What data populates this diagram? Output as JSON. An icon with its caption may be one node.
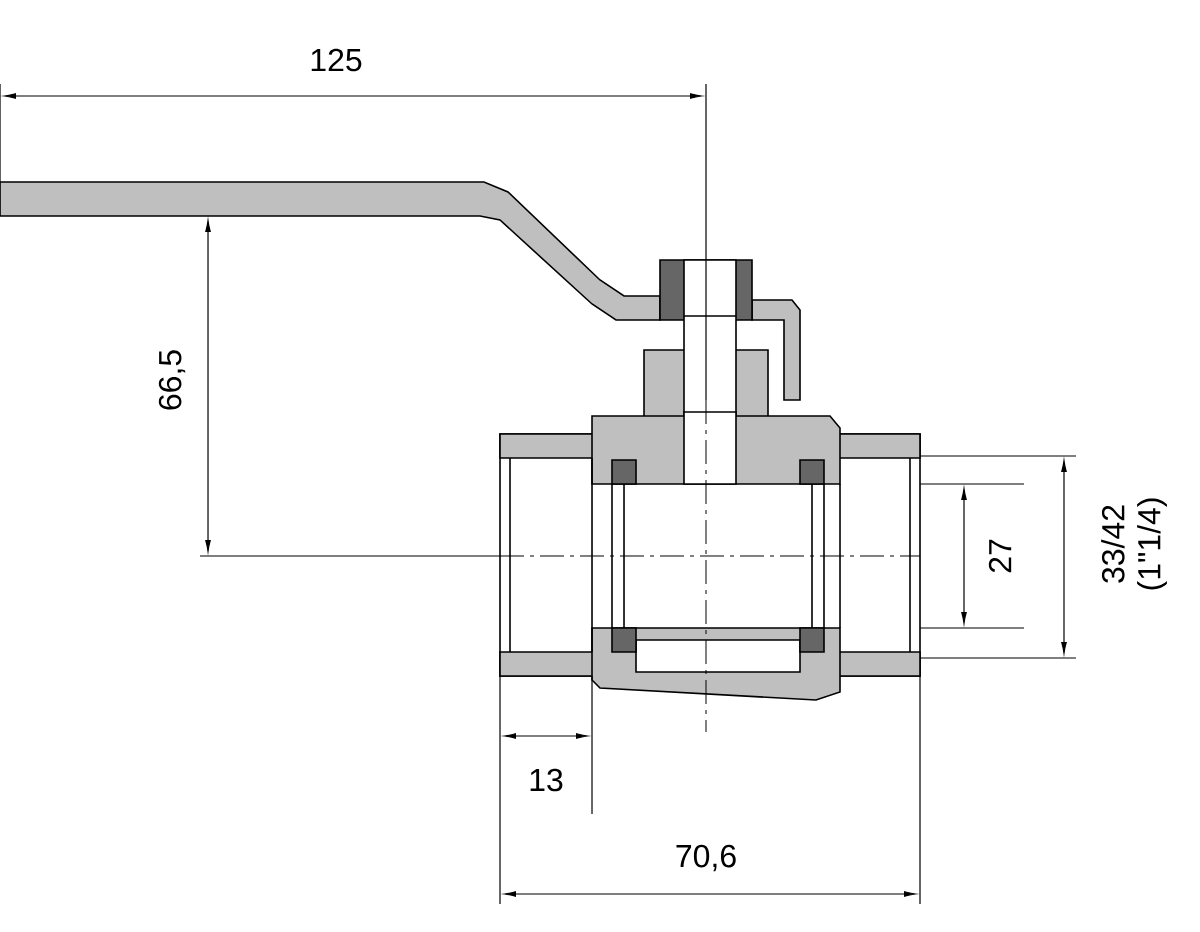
{
  "diagram": {
    "labels": [
      "125",
      "66,5",
      "27",
      "33/42 (1\"1/4)",
      "13",
      "70,6"
    ]
  }
}
